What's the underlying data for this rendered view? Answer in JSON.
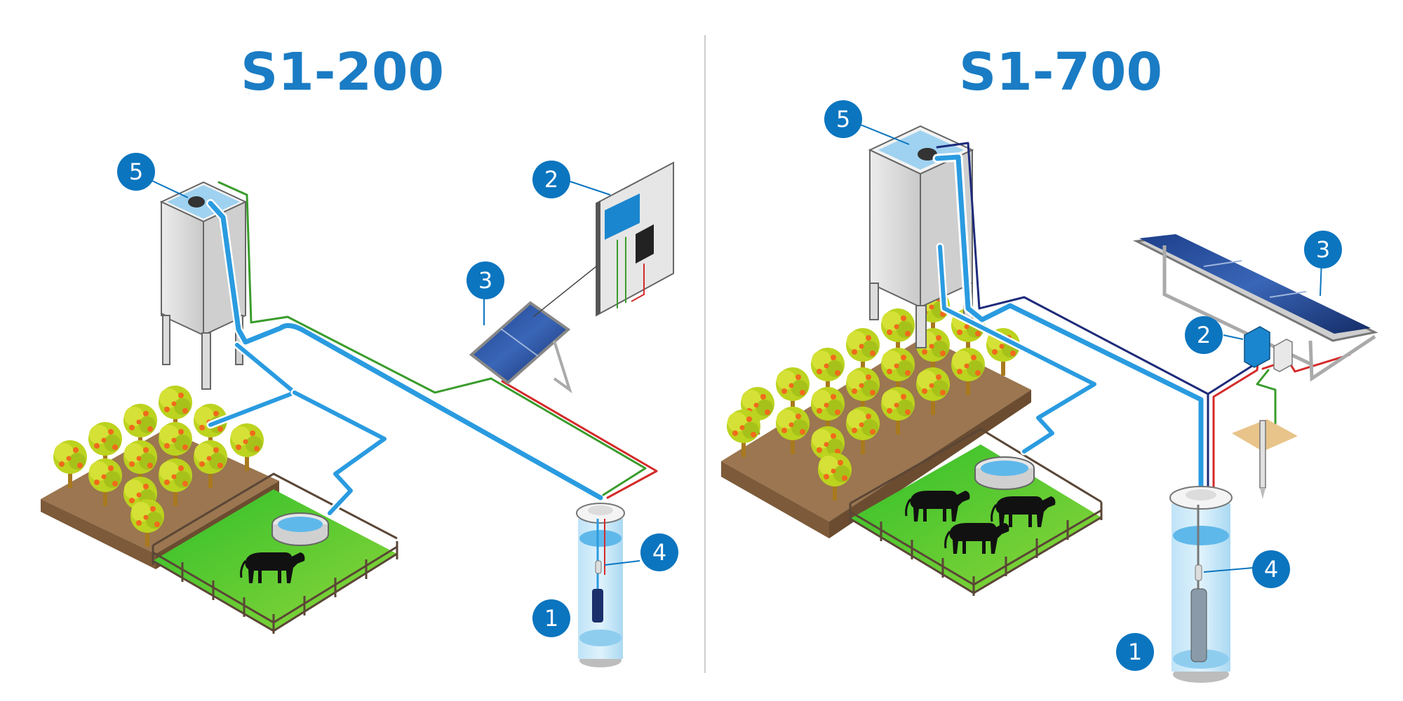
{
  "colors": {
    "title": "#1a7cc4",
    "badge": "#0b75bf",
    "water_pipe": "#2a9be0",
    "pipe_outline": "#ffffff",
    "cable_green": "#3a9c2c",
    "cable_red": "#d42a2a",
    "cable_navy": "#1d2a7a",
    "grass": "#3cc52a",
    "soil": "#9b7650",
    "divider": "#cccccc"
  },
  "panels": [
    {
      "title": "S1-200",
      "badges": [
        {
          "label": "1",
          "component": "pump"
        },
        {
          "label": "2",
          "component": "controller"
        },
        {
          "label": "3",
          "component": "solar-panel"
        },
        {
          "label": "4",
          "component": "sensor"
        },
        {
          "label": "5",
          "component": "tank-float"
        }
      ]
    },
    {
      "title": "S1-700",
      "badges": [
        {
          "label": "1",
          "component": "pump"
        },
        {
          "label": "2",
          "component": "controller"
        },
        {
          "label": "3",
          "component": "solar-panel"
        },
        {
          "label": "4",
          "component": "sensor"
        },
        {
          "label": "5",
          "component": "tank-float"
        }
      ]
    }
  ]
}
